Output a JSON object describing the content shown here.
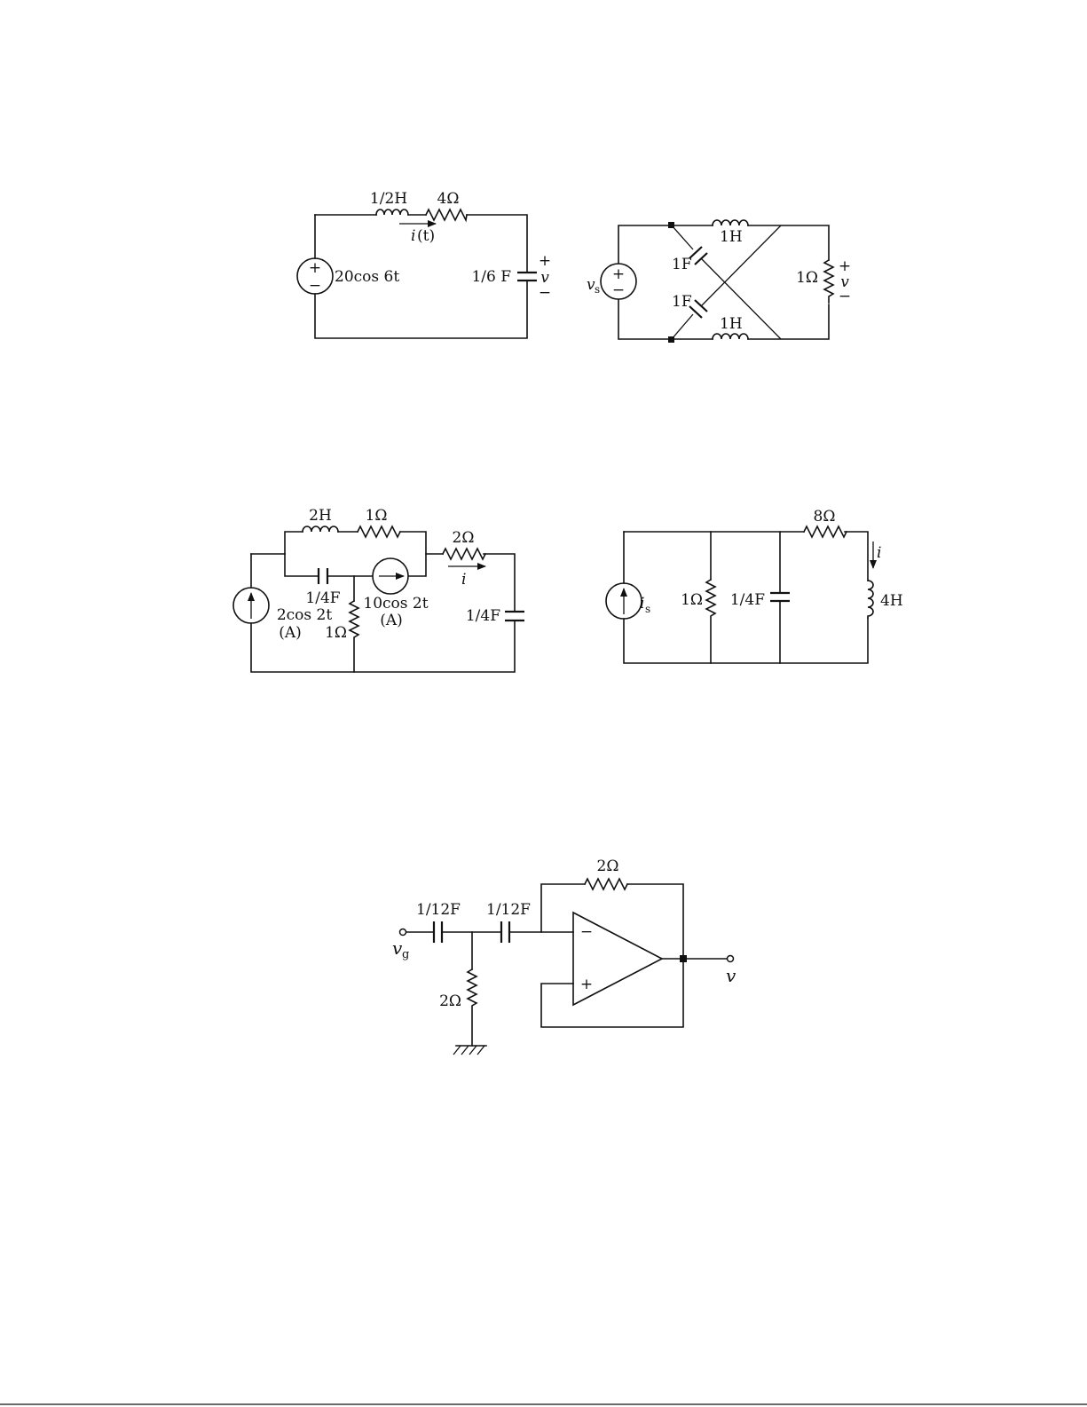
{
  "fig1": {
    "inductor": "1/2H",
    "resistor": "4Ω",
    "current": "i",
    "current_suffix": "(t)",
    "source": "20cos 6t",
    "capacitor": "1/6 F",
    "voltage": "v",
    "plus": "+",
    "minus": "−"
  },
  "fig2": {
    "source": "v",
    "source_sub": "s",
    "cap_top": "1F",
    "cap_bot": "1F",
    "ind_top": "1H",
    "ind_bot": "1H",
    "resistor": "1Ω",
    "voltage": "v",
    "plus": "+",
    "minus": "−"
  },
  "fig3": {
    "inductor": "2H",
    "r_top": "1Ω",
    "r_right": "2Ω",
    "current": "i",
    "cap_mid": "1/4F",
    "cap_right": "1/4F",
    "src_left": "2cos 2t",
    "src_left_unit": "(A)",
    "src_mid": "10cos 2t",
    "src_mid_unit": "(A)",
    "r_mid": "1Ω"
  },
  "fig4": {
    "source": "i",
    "source_sub": "s",
    "r_shunt": "1Ω",
    "capacitor": "1/4F",
    "r_series": "8Ω",
    "current": "i",
    "inductor": "4H"
  },
  "fig5": {
    "r_feedback": "2Ω",
    "cap1": "1/12F",
    "cap2": "1/12F",
    "input": "v",
    "input_sub": "g",
    "output": "v",
    "r_ground": "2Ω",
    "inv": "−",
    "noninv": "+"
  }
}
